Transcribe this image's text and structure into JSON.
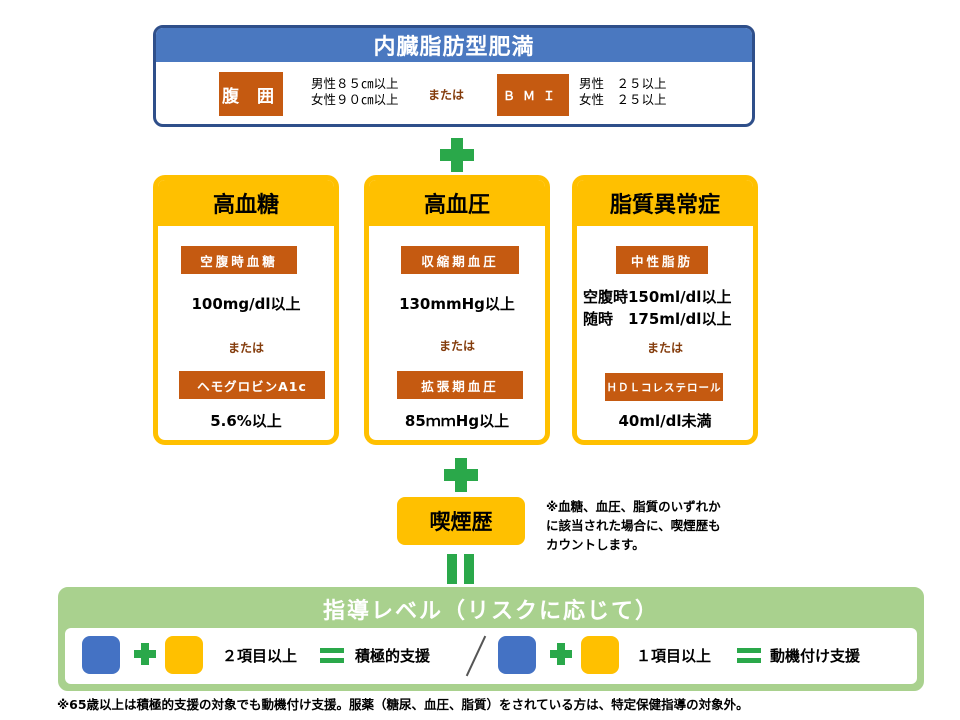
{
  "obesity": {
    "title": "内臓脂肪型肥満",
    "waist_label": "腹 囲",
    "waist_male": "男性８５㎝以上",
    "waist_female": "女性９０㎝以上",
    "or": "または",
    "bmi_label": "ＢＭＩ",
    "bmi_male": "男性　２５以上",
    "bmi_female": "女性　２５以上"
  },
  "criteria": {
    "hyperglycemia": {
      "title": "高血糖",
      "tag1": "空腹時血糖",
      "value1": "100mg/dl以上",
      "or": "または",
      "tag2": "ヘモグロビンA1c",
      "value2": "5.6%以上"
    },
    "hypertension": {
      "title": "高血圧",
      "tag1": "収縮期血圧",
      "value1": "130mmHg以上",
      "or": "または",
      "tag2": "拡張期血圧",
      "value2": "85ｍｍHg以上"
    },
    "dyslipidemia": {
      "title": "脂質異常症",
      "tag1": "中性脂肪",
      "value1a": "空腹時150ml/dl以上",
      "value1b": "随時　175ml/dl以上",
      "or": "または",
      "tag2": "ＨＤＬコレステロール",
      "value2": "40ml/dl未満"
    }
  },
  "smoking": {
    "title": "喫煙歴",
    "note_line1": "※血糖、血圧、脂質のいずれか",
    "note_line2": "に該当された場合に、喫煙歴も",
    "note_line3": "カウントします。"
  },
  "guidance": {
    "title": "指導レベル（リスクに応じて）",
    "level1_count": "２項目以上",
    "level1_result": "積極的支援",
    "level2_count": "１項目以上",
    "level2_result": "動機付け支援"
  },
  "footnote": "※65歳以上は積極的支援の対象でも動機付け支援。服薬（糖尿、血圧、脂質）をされている方は、特定保健指導の対象外。",
  "colors": {
    "blue": "#4472c4",
    "header_blue": "#4a78c0",
    "orange": "#c55a11",
    "gold": "#ffc000",
    "green": "#2aa84a",
    "light_green": "#a9d18e"
  }
}
